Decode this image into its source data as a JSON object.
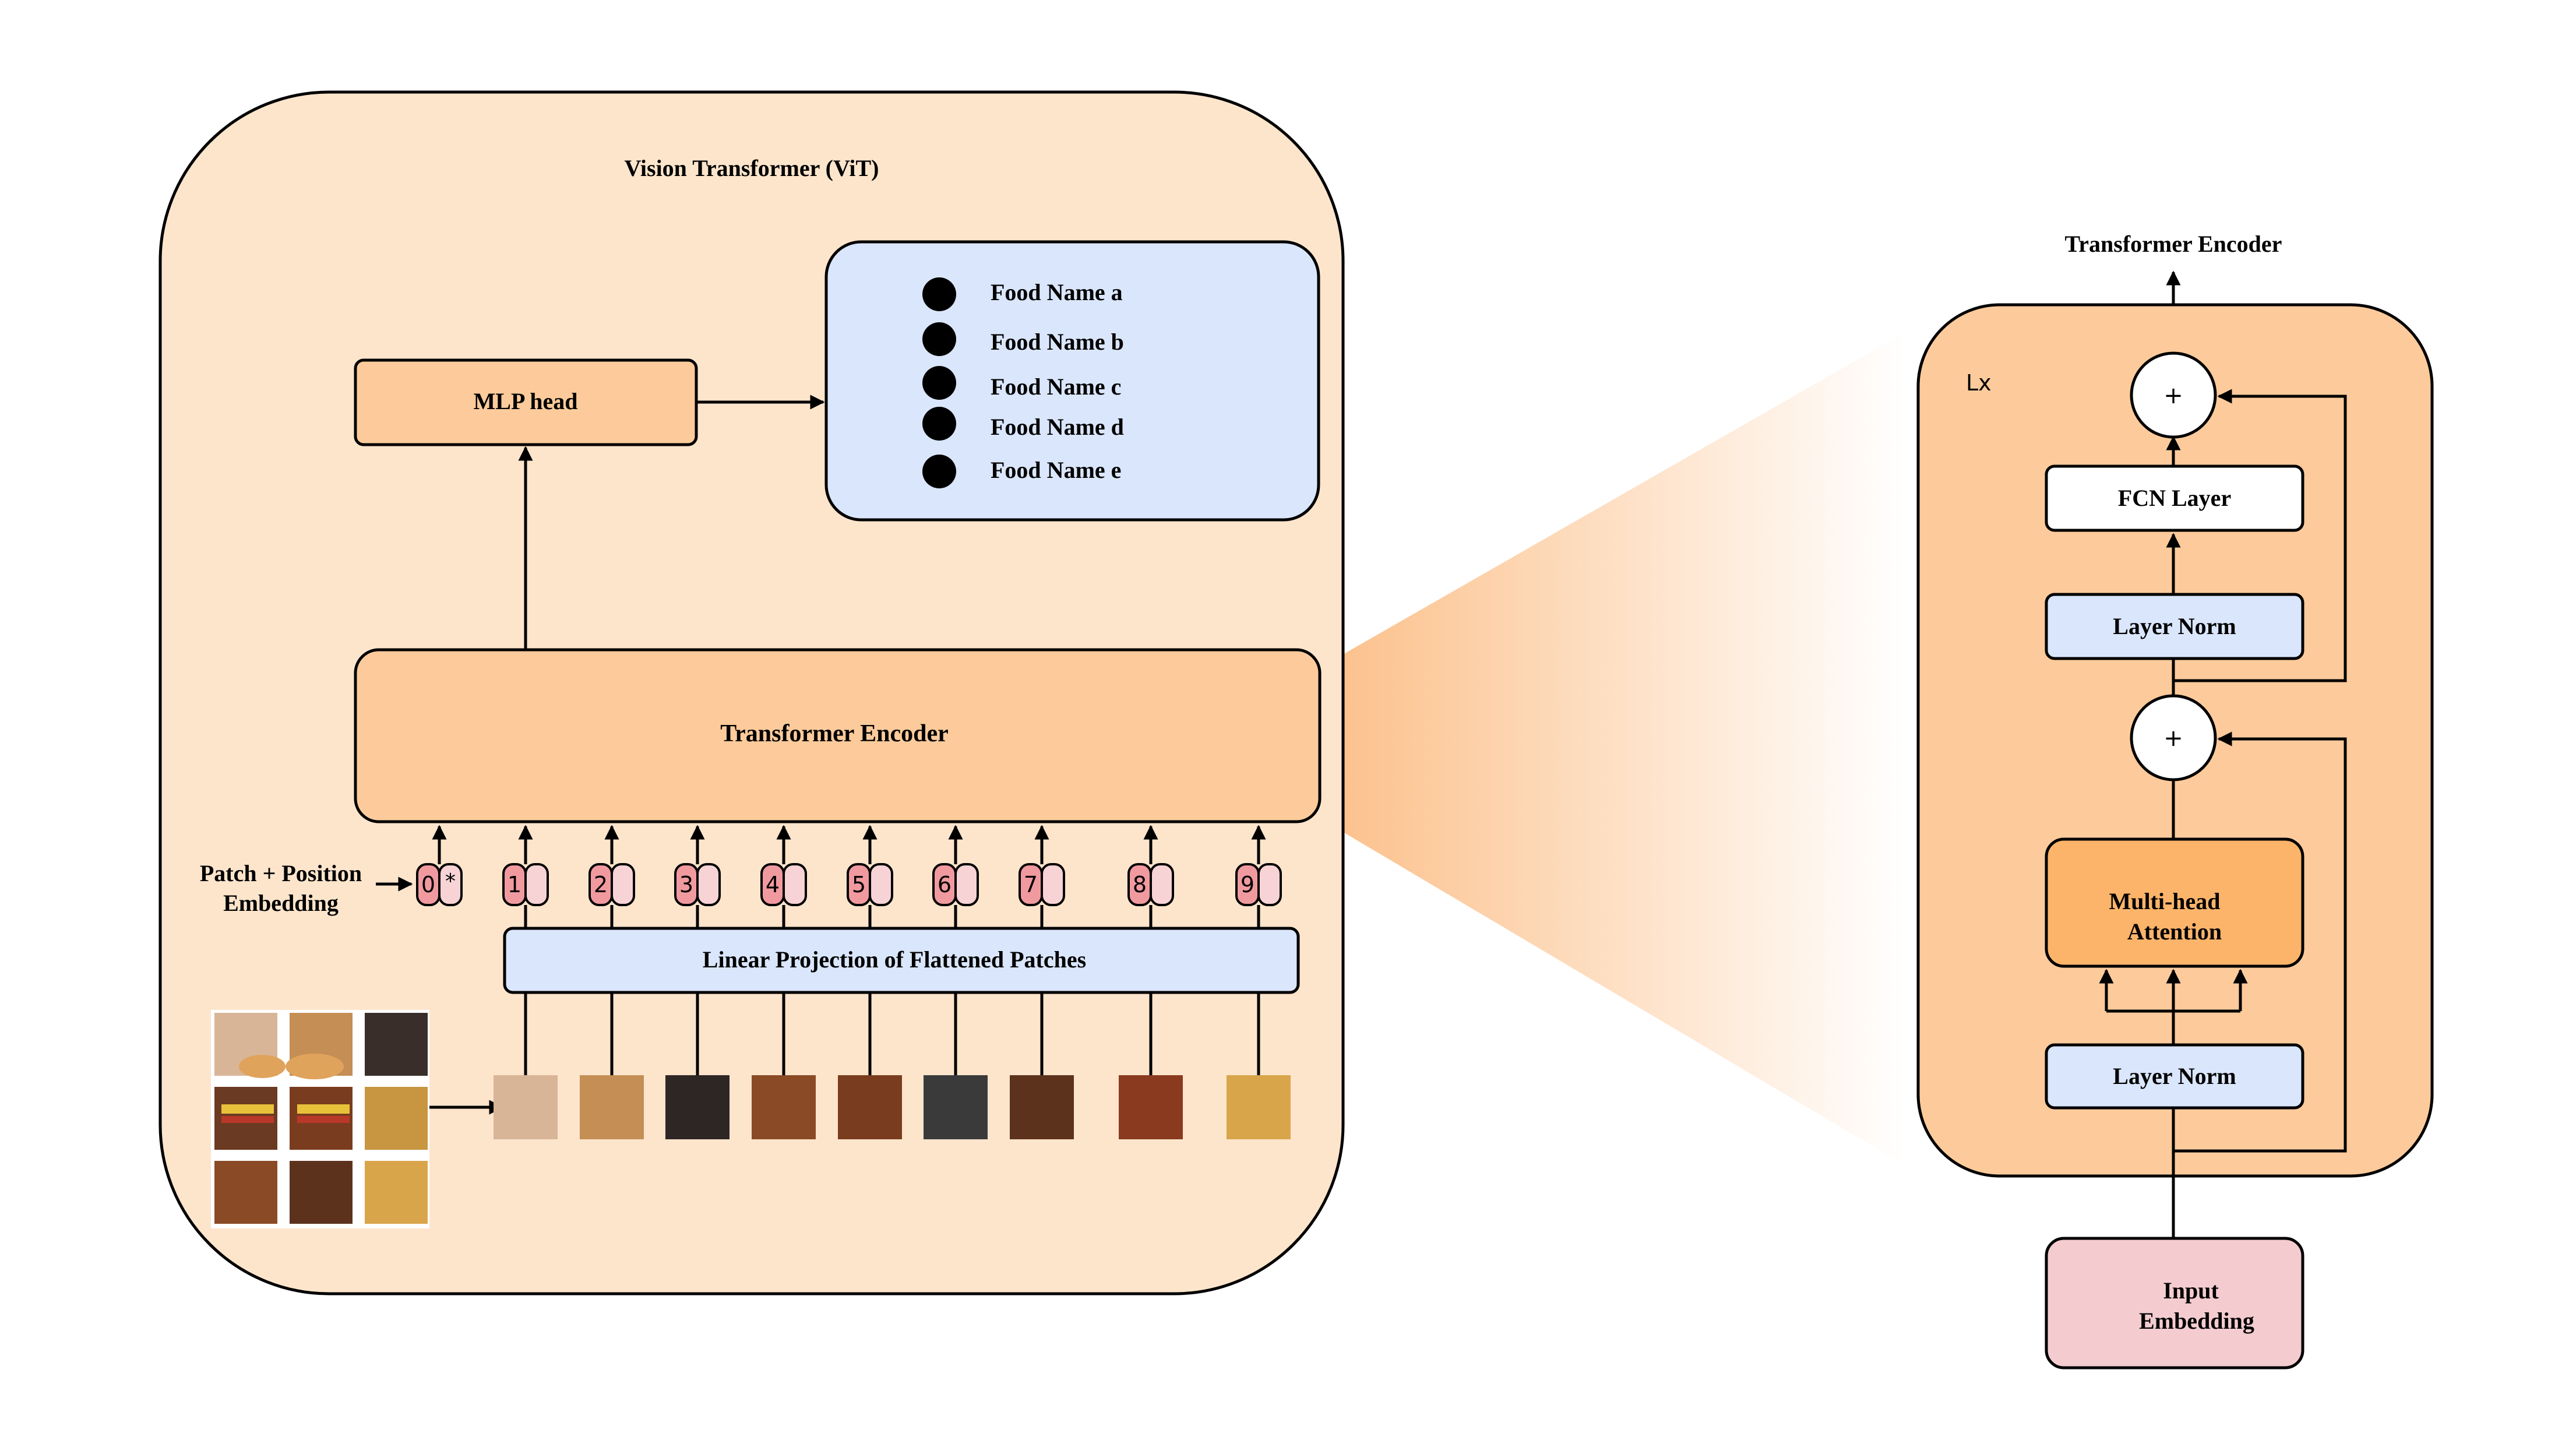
{
  "vit": {
    "title": "Vision Transformer (ViT)",
    "mlp_head": "MLP head",
    "encoder": "Transformer Encoder",
    "linear_projection": "Linear Projection of Flattened Patches",
    "patch_embedding_line1": "Patch + Position",
    "patch_embedding_line2": "Embedding",
    "class_token_symbol": "*",
    "outputs": [
      "Food Name a",
      "Food Name b",
      "Food Name c",
      "Food Name d",
      "Food Name e"
    ],
    "positions": [
      "0",
      "1",
      "2",
      "3",
      "4",
      "5",
      "6",
      "7",
      "8",
      "9"
    ]
  },
  "encoder_detail": {
    "title": "Transformer Encoder",
    "repeat_label": "Lx",
    "add_symbol": "+",
    "fcn_layer": "FCN Layer",
    "layer_norm_top": "Layer Norm",
    "attention_line1": "Multi-head",
    "attention_line2": "Attention",
    "layer_norm_bottom": "Layer Norm",
    "input_line1": "Input",
    "input_line2": "Embedding"
  },
  "colors": {
    "vit_panel": "#fde5cc",
    "encoder_box": "#fdcb9b",
    "attention_box": "#fcb46a",
    "blue_box": "#dae6fb",
    "input_box": "#f4ccd0",
    "token_dark": "#f09aa0",
    "token_light": "#f7d3d6"
  }
}
